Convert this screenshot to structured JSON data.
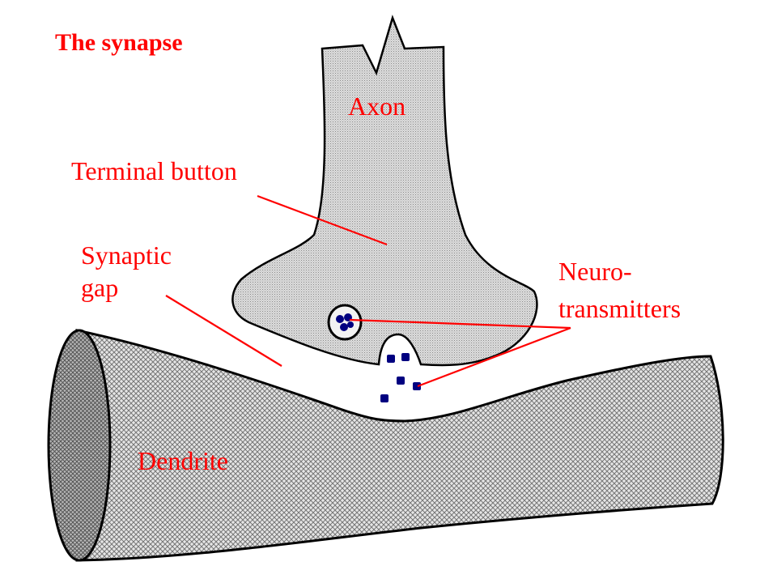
{
  "title": "The synapse",
  "labels": {
    "axon": "Axon",
    "terminal_button": "Terminal button",
    "synaptic_gap_line1": "Synaptic",
    "synaptic_gap_line2": "gap",
    "neuro_line1": "Neuro-",
    "neuro_line2": "transmitters",
    "dendrite": "Dendrite"
  },
  "colors": {
    "label_text": "#ff0000",
    "membrane_fill": "#cfcfcf",
    "outline": "#000000",
    "neurotransmitter": "#000080"
  }
}
